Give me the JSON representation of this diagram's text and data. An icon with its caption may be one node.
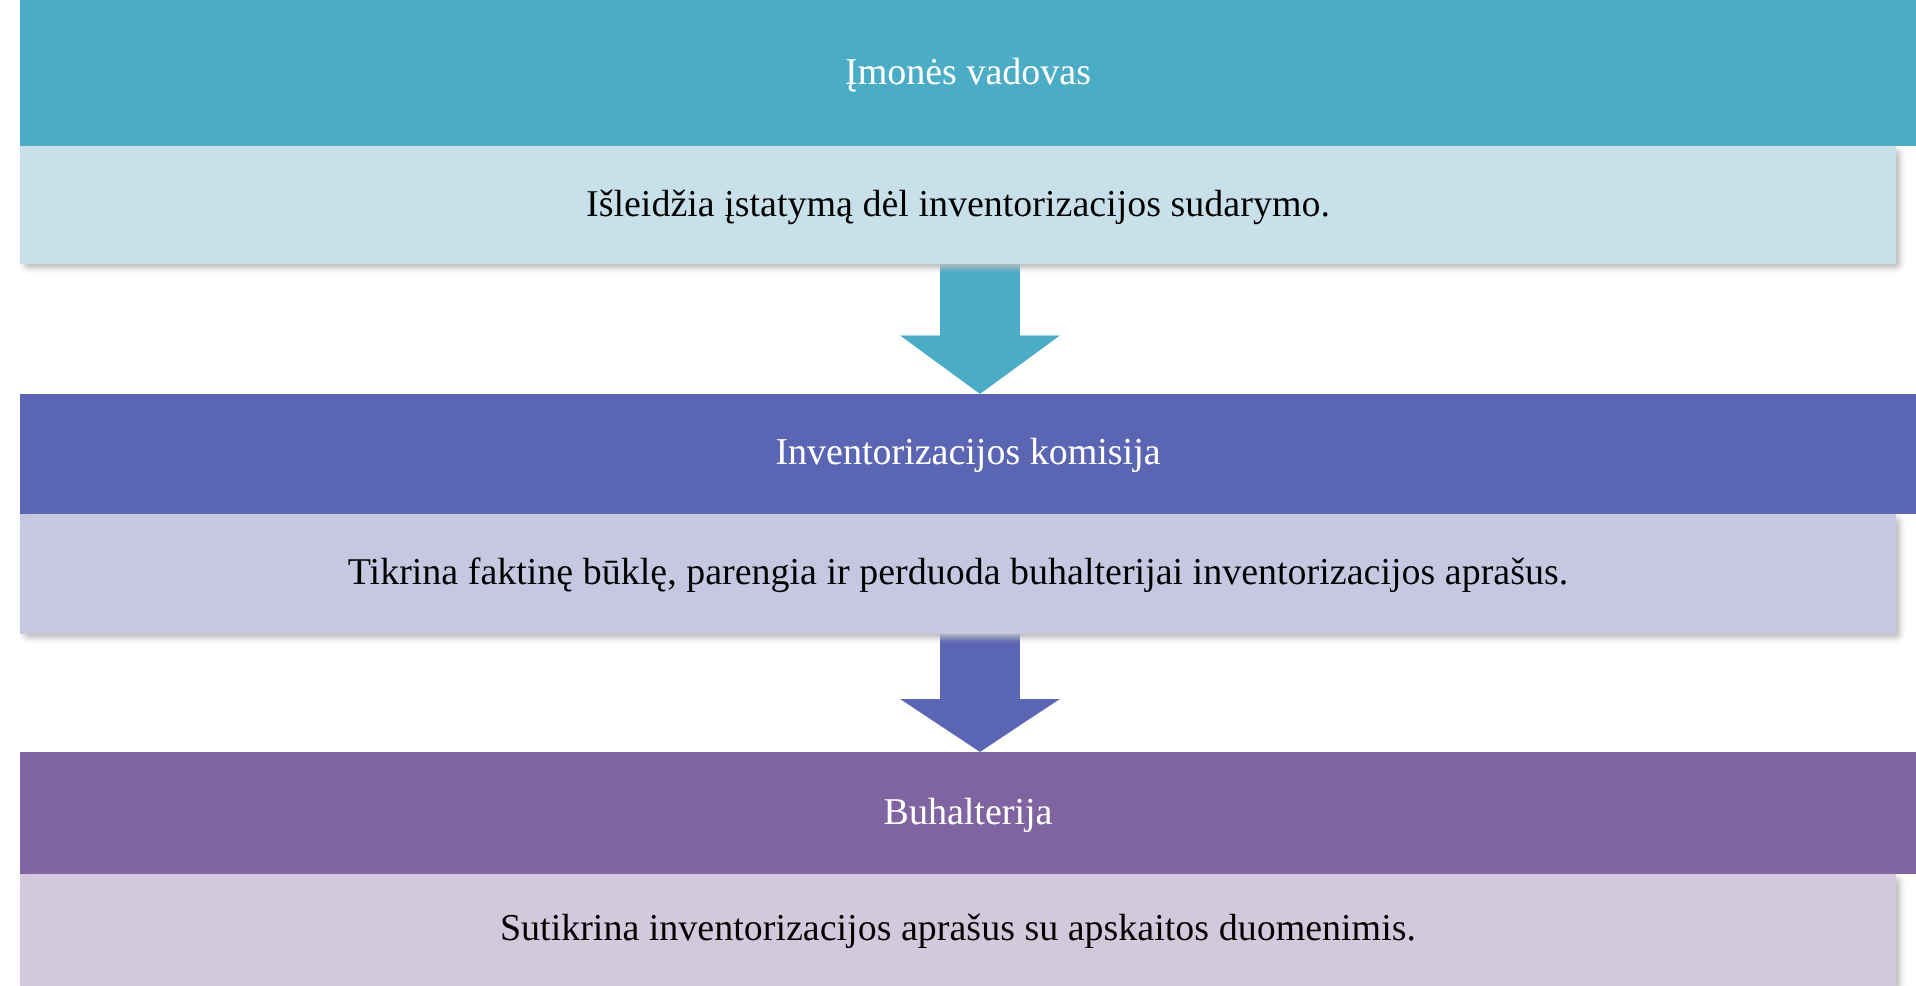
{
  "diagram": {
    "nodes": [
      {
        "text": [
          "Įmonės vadovas"
        ]
      },
      {
        "text": [
          "Išleidžia įstatymą dėl inventorizacijos sudarymo."
        ]
      },
      {
        "text": [
          "Inventorizacijos komisija"
        ]
      },
      {
        "text": [
          "Tikrina faktinę būklę, parengia ir perduoda buhalterijai inventorizacijos aprašus."
        ]
      },
      {
        "text": [
          "Buhalterija"
        ]
      },
      {
        "text": [
          "Sutikrina inventorizacijos aprašus su apskaitos duomenimis."
        ]
      }
    ],
    "edges": [
      {
        "from": 1,
        "to": 2,
        "arrow": "to",
        "color": "#4bacc6"
      },
      {
        "from": 3,
        "to": 4,
        "arrow": "to",
        "color": "#5a66b4"
      }
    ]
  }
}
